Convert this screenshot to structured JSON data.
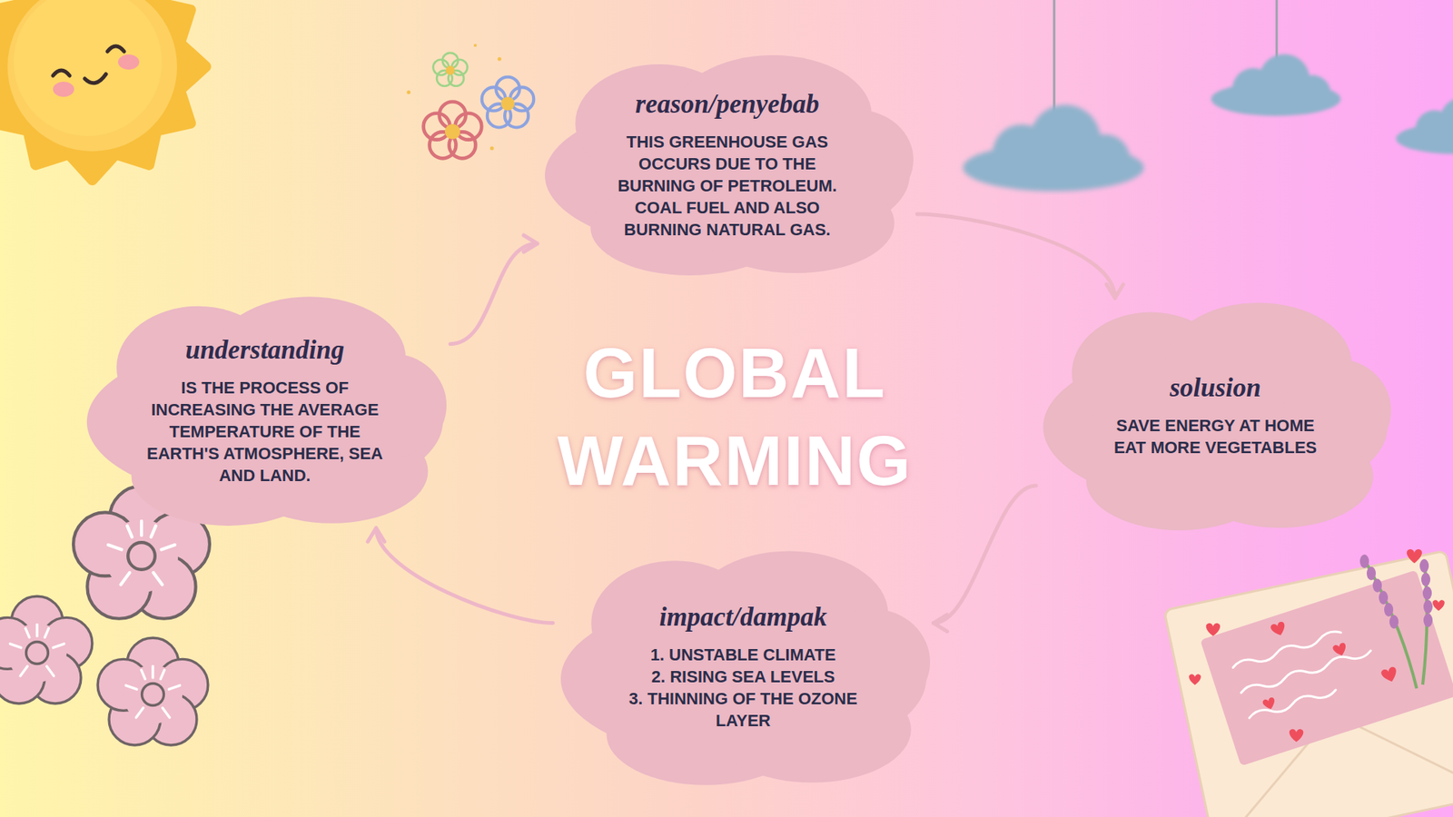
{
  "diagram": {
    "title": "GLOBAL WARMING",
    "nodes": [
      {
        "text": [
          "reason/penyebab",
          "THIS GREENHOUSE GAS OCCURS DUE TO THE BURNING OF PETROLEUM. COAL FUEL AND ALSO BURNING NATURAL GAS."
        ]
      },
      {
        "text": [
          "understanding",
          "IS THE PROCESS OF INCREASING THE AVERAGE TEMPERATURE OF THE EARTH'S ATMOSPHERE, SEA AND LAND."
        ]
      },
      {
        "text": [
          "solusion",
          "SAVE ENERGY AT HOME",
          "EAT MORE VEGETABLES"
        ]
      },
      {
        "text": [
          "impact/dampak",
          "1. UNSTABLE CLIMATE",
          "2. RISING SEA LEVELS",
          "3. THINNING OF THE OZONE LAYER"
        ]
      }
    ],
    "edges": [
      {
        "from": 1,
        "to": 0,
        "arrow": "to"
      },
      {
        "from": 0,
        "to": 2,
        "arrow": "to"
      },
      {
        "from": 2,
        "to": 3,
        "arrow": "to"
      },
      {
        "from": 3,
        "to": 1,
        "arrow": "to"
      }
    ]
  }
}
